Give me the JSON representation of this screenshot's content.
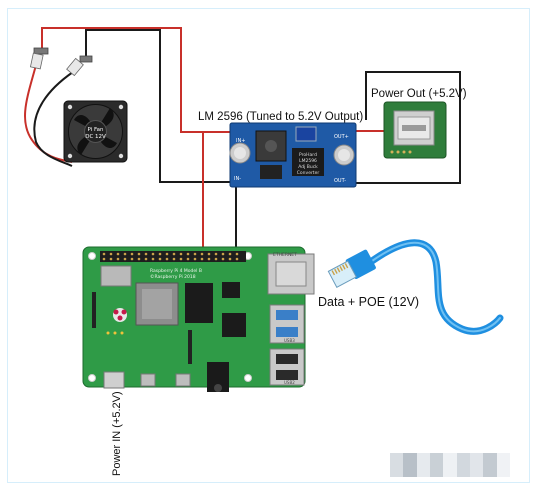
{
  "labels": {
    "buck_converter": "LM 2596 (Tuned to 5.2V Output)",
    "power_out": "Power Out (+5.2V)",
    "data_poe": "Data + POE (12V)",
    "power_in": "Power IN (+5.2V)"
  },
  "fan": {
    "line1": "Pi Fan",
    "line2": "DC 12V"
  },
  "buck_chip": {
    "line1": "ProHard",
    "line2": "LM2596",
    "line3": "Adj Buck",
    "line4": "Converter"
  },
  "buck_pins": {
    "in_plus": "IN+",
    "in_minus": "IN-",
    "out_plus": "OUT+",
    "out_minus": "OUT-"
  },
  "pi_board": {
    "line1": "Raspberry Pi 4 Model B",
    "line2": "©Raspberry Pi 2018",
    "ethernet": "ETHERNET",
    "usb3": "USB3",
    "usb2": "USB2"
  },
  "colors": {
    "wire_red": "#c8302a",
    "wire_black": "#1a1a1a",
    "pi_green": "#2f9b47",
    "buck_blue": "#1f5aa6",
    "usb_board_green": "#2f7d3b",
    "cable_blue": "#1f8fe0",
    "usb3_blue": "#3a7fc8"
  }
}
